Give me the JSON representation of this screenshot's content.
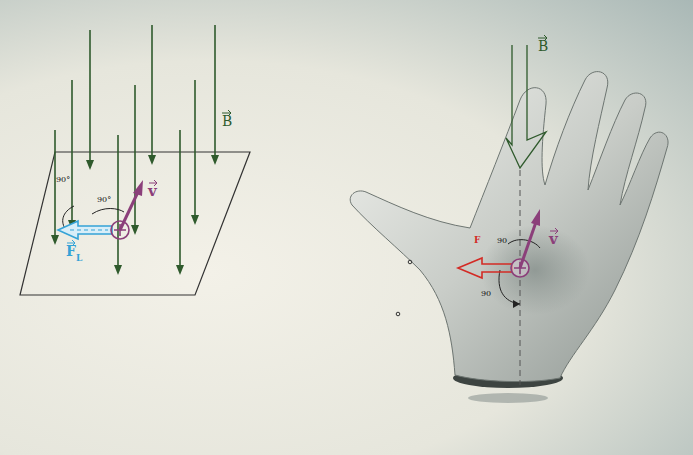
{
  "diagram": {
    "labels": [
      "B",
      "90°",
      "90°",
      "v",
      "F",
      "L",
      "B",
      "90",
      "90",
      "v",
      "F"
    ]
  }
}
